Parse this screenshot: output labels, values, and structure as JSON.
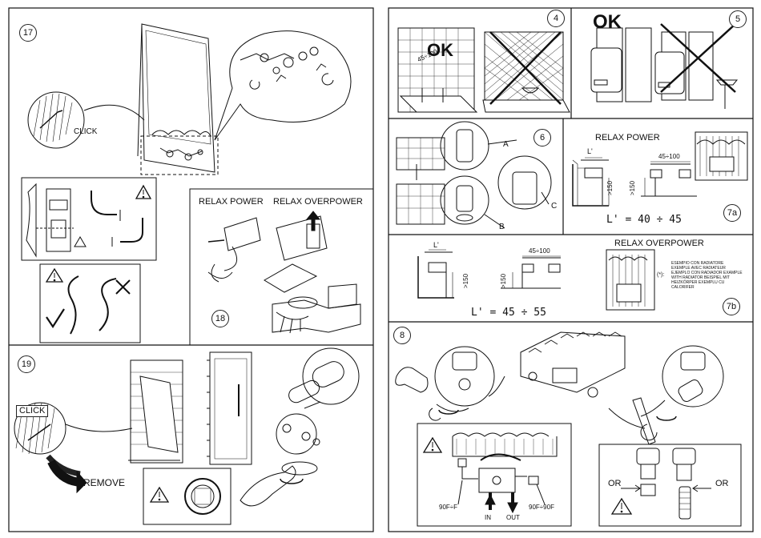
{
  "steps": {
    "s17": "17",
    "s18": "18",
    "s19": "19",
    "s4": "4",
    "s5": "5",
    "s6": "6",
    "s7a": "7a",
    "s7b": "7b",
    "s8": "8"
  },
  "labels": {
    "click_17": "CLICK",
    "relax_power": "RELAX POWER",
    "relax_overpower": "RELAX OVERPOWER",
    "click_19": "CLICK",
    "remove": "REMOVE",
    "ok_4": "OK",
    "ok_5": "OK",
    "dim_45_100_4": "45÷100",
    "label_a": "A",
    "label_b": "B",
    "label_c": "C",
    "relax_power_7a": "RELAX POWER",
    "l_prime_7a": "L'",
    "dim_45_100_7a": "45÷100",
    "gt150_7a_1": ">150",
    "gt150_7a_2": ">150",
    "formula_7a": "L' = 40 ÷ 45",
    "relax_overpower_7b": "RELAX OVERPOWER",
    "l_prime_7b": "L'",
    "dim_45_100_7b": "45÷100",
    "gt150_7b_1": ">150",
    "gt150_7b_2": ">150",
    "formula_7b": "L' = 45 ÷ 55",
    "footnote_mark": "(*):",
    "footnote_text": "ESEMPIO CON RADIATORE EXEMPLE AVEC RADIATEUR EJEMPLO CON RADIADOR EXAMPLE WITH RADIATOR BEISPIEL MIT HEIZKÖRPER EXEMPLU CU CALORIFER",
    "in": "IN",
    "out": "OUT",
    "angle_left": "90F÷F",
    "angle_right": "90F÷90F",
    "or_left": "OR",
    "or_right": "OR"
  },
  "icons": [
    "warning-icon",
    "cross-icon",
    "check-icon",
    "rotate-arrow-icon",
    "up-arrow-icon",
    "down-arrow-icon"
  ]
}
